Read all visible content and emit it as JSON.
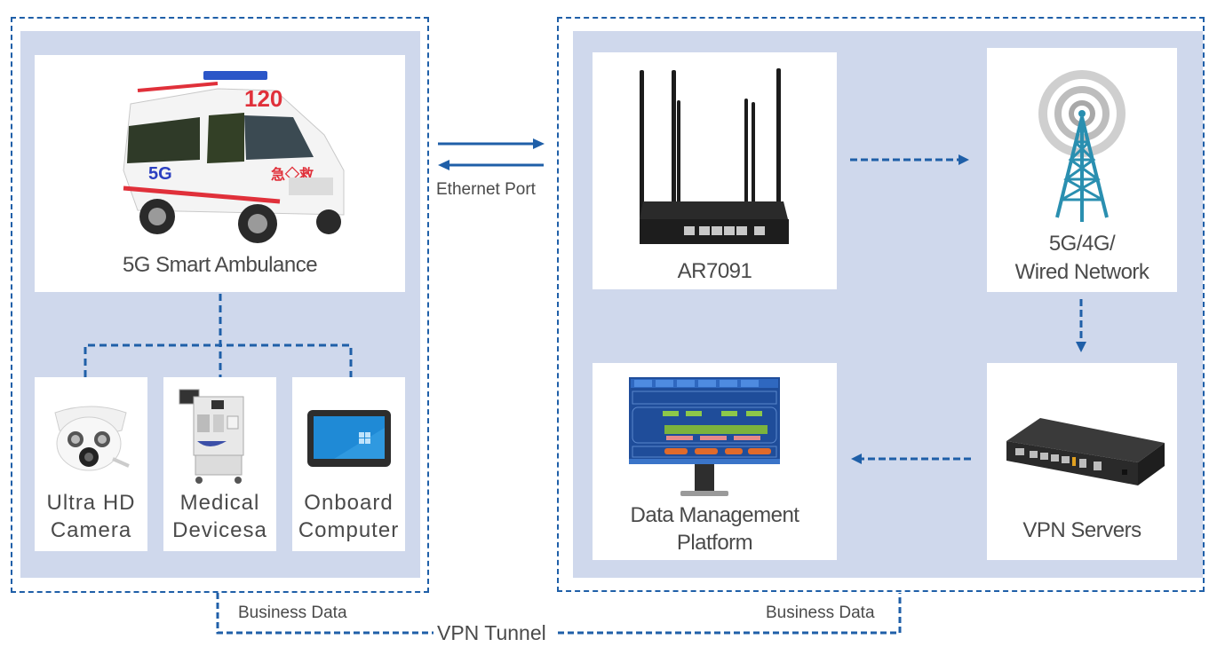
{
  "left_group": {
    "ambulance": {
      "label": "5G Smart Ambulance",
      "icon": "ambulance-icon"
    },
    "devices": [
      {
        "label_line1": "Ultra HD",
        "label_line2": "Camera",
        "icon": "dome-camera-icon"
      },
      {
        "label_line1": "Medical",
        "label_line2": "Devicesa",
        "icon": "medical-device-icon"
      },
      {
        "label_line1": "Onboard",
        "label_line2": "Computer",
        "icon": "tablet-computer-icon"
      }
    ]
  },
  "link": {
    "label": "Ethernet Port"
  },
  "right_group": {
    "router": {
      "label": "AR7091",
      "icon": "router-icon"
    },
    "network": {
      "label_line1": "5G/4G/",
      "label_line2": "Wired Network",
      "icon": "cell-tower-icon"
    },
    "vpn_server": {
      "label": "VPN Servers",
      "icon": "vpn-server-icon"
    },
    "platform": {
      "label_line1": "Data Management",
      "label_line2": "Platform",
      "icon": "monitor-dashboard-icon"
    }
  },
  "tunnel": {
    "left_label": "Business Data",
    "right_label": "Business Data",
    "center_label": "VPN Tunnel"
  },
  "colors": {
    "accent": "#1f5fa8",
    "panel": "#cfd8ec",
    "text": "#4a4a4a"
  }
}
